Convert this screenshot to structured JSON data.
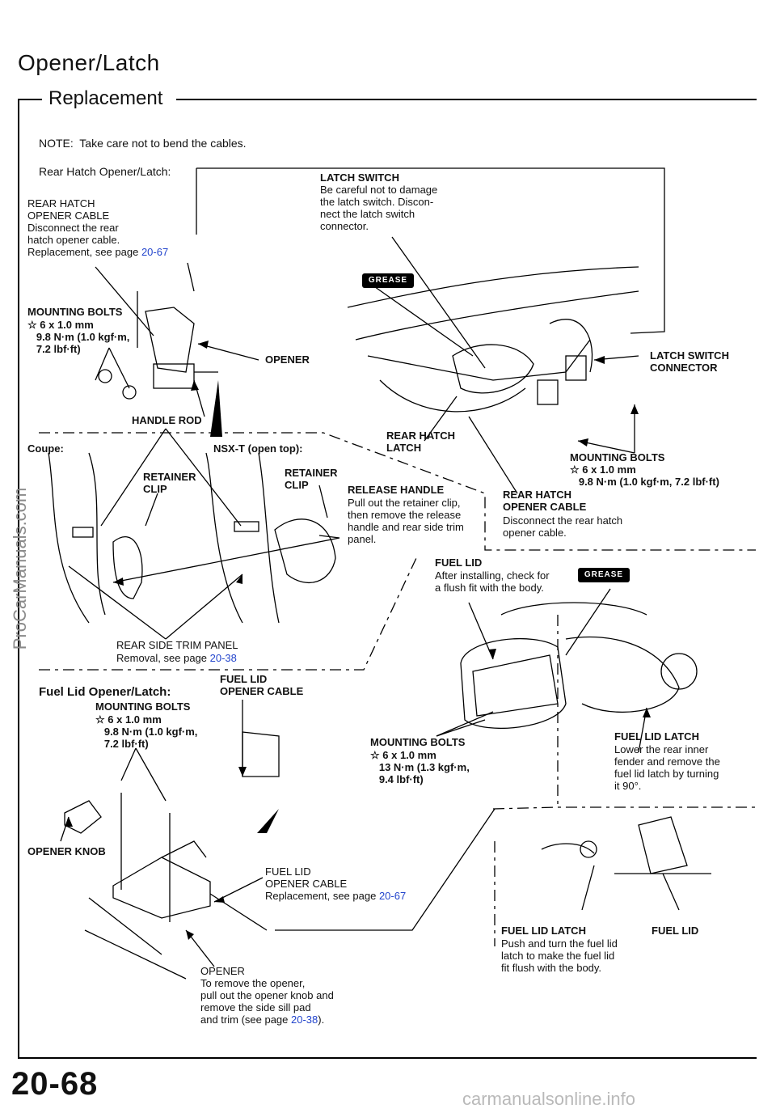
{
  "page": {
    "title": "Opener/Latch",
    "subtitle": "Replacement",
    "note": "NOTE:  Take care not to bend the cables.",
    "page_number": "20-68",
    "watermark_side": "ProCarManuals.com",
    "watermark_foot": "carmanualsonline.info"
  },
  "rear_hatch": {
    "heading": "Rear Hatch Opener/Latch:",
    "opener_cable_title": "REAR HATCH\nOPENER CABLE",
    "opener_cable_text": "Disconnect the rear\nhatch opener cable.\nReplacement, see page ",
    "opener_cable_ref": "20-67",
    "latch_switch_title": "LATCH SWITCH",
    "latch_switch_text": "Be careful not to damage\nthe latch switch. Discon-\nnect the latch switch\nconnector.",
    "mounting_bolts_left_title": "MOUNTING BOLTS",
    "mounting_bolts_left_text": "☆ 6 x 1.0 mm\n   9.8 N·m (1.0 kgf·m,\n   7.2 lbf·ft)",
    "opener": "OPENER",
    "handle_rod": "HANDLE ROD",
    "latch_switch_connector": "LATCH SWITCH\nCONNECTOR",
    "rear_hatch_latch": "REAR HATCH\nLATCH",
    "mounting_bolts_right_title": "MOUNTING BOLTS",
    "mounting_bolts_right_text": "☆ 6 x 1.0 mm\n   9.8 N·m (1.0 kgf·m, 7.2 lbf·ft)",
    "rear_hatch_cable_right_title": "REAR HATCH\nOPENER CABLE",
    "rear_hatch_cable_right_text": "Disconnect the rear hatch\nopener cable.",
    "grease": "GREASE"
  },
  "coupe": {
    "coupe_label": "Coupe:",
    "nsx_label": "NSX-T (open top):",
    "retainer_clip_left": "RETAINER\nCLIP",
    "retainer_clip_right": "RETAINER\nCLIP",
    "release_handle_title": "RELEASE HANDLE",
    "release_handle_text": "Pull out the retainer clip,\nthen remove the release\nhandle and rear side trim\npanel.",
    "side_trim_title": "REAR SIDE TRIM PANEL",
    "side_trim_text": "Removal, see page ",
    "side_trim_ref": "20-38"
  },
  "fuel_lid_top": {
    "title": "FUEL LID",
    "text": "After installing, check for\na flush fit with the body."
  },
  "fuel_lid_opener": {
    "heading": "Fuel Lid Opener/Latch:",
    "cable_title": "FUEL LID\nOPENER CABLE",
    "mounting_bolts_left_title": "MOUNTING BOLTS",
    "mounting_bolts_left_text": "☆ 6 x 1.0 mm\n   9.8 N·m (1.0 kgf·m,\n   7.2 lbf·ft)",
    "mounting_bolts_mid_title": "MOUNTING BOLTS",
    "mounting_bolts_mid_text": "☆ 6 x 1.0 mm\n   13 N·m (1.3 kgf·m,\n   9.4 lbf·ft)",
    "fuel_lid_latch_title": "FUEL LID LATCH",
    "fuel_lid_latch_text": "Lower the rear inner\nfender and remove the\nfuel lid latch by turning\nit 90°.",
    "opener_knob": "OPENER KNOB",
    "cable_replacement": "FUEL LID\nOPENER CABLE\nReplacement, see page ",
    "cable_replacement_ref": "20-67",
    "opener_text": "OPENER\nTo remove the opener,\npull out the opener knob and\nremove the side sill pad\nand trim (see page ",
    "opener_ref": "20-38",
    "opener_tail": ").",
    "latch_bottom_title": "FUEL LID LATCH",
    "fuel_lid_bottom_title": "FUEL LID",
    "latch_bottom_text": "Push and turn the fuel lid\nlatch to make the fuel lid\nfit flush with the body."
  }
}
